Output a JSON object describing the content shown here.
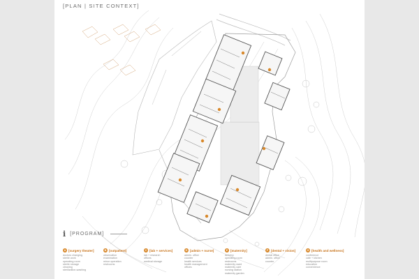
{
  "title": "[PLAN | SITE CONTEXT]",
  "program_heading": "[PROGRAM]",
  "info_icon": "i",
  "colors": {
    "accent": "#d8882a",
    "accent_text": "#c8741c",
    "building_wall": "#555555",
    "site_line": "#c8c8c8",
    "background": "#ffffff",
    "margin": "#e8e8e8"
  },
  "markers": [
    "A",
    "B",
    "C",
    "D",
    "E",
    "F",
    "G",
    "H"
  ],
  "categories": [
    {
      "letter": "A",
      "title": "[surgery theater]",
      "items": [
        "doctors changing",
        "sterile work",
        "operating room",
        "sterile storage",
        "cleaning",
        "sterilization-washing"
      ]
    },
    {
      "letter": "B",
      "title": "[outpatient]",
      "items": [
        "observation",
        "examination",
        "minor operation",
        "restrooms"
      ]
    },
    {
      "letter": "C",
      "title": "[lab + services]",
      "items": [
        "lab + research",
        "offices",
        "medical storage"
      ]
    },
    {
      "letter": "D",
      "title": "[admin + nurse]",
      "items": [
        "admin. office",
        "counter",
        "health services",
        "health management",
        "offices"
      ]
    },
    {
      "letter": "E",
      "title": "[maternity]",
      "items": [
        "delivery",
        "operating room",
        "restrooms",
        "maternity ward",
        "maternity care",
        "nursing station",
        "maternity garden"
      ]
    },
    {
      "letter": "F",
      "title": "[dental + vision]",
      "items": [
        "dental office",
        "admin. office",
        "counter"
      ]
    },
    {
      "letter": "G",
      "title": "[health and wellness]",
      "items": [
        "conference",
        "cafe + kitchen",
        "multipurpose room",
        "education",
        "convenience"
      ]
    }
  ]
}
